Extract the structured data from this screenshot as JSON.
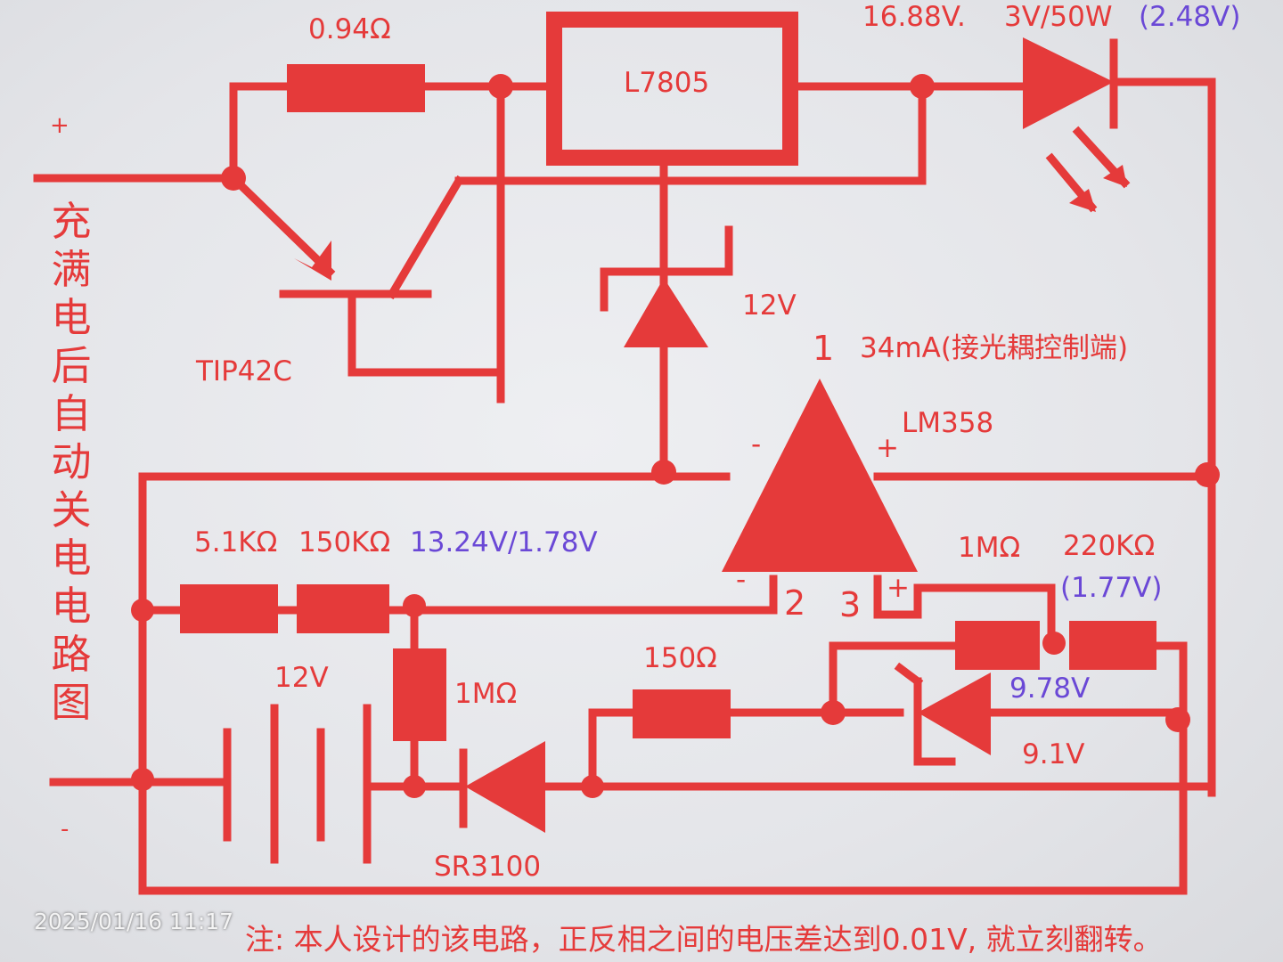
{
  "title_vertical": "充满电后自动关电电路图",
  "labels": {
    "r_sense": "0.94Ω",
    "regulator": "L7805",
    "led_voltage": "16.88V.",
    "led_rating": "3V/50W",
    "led_drop": "(2.48V)",
    "plus_sign": "+",
    "minus_sign": "-",
    "transistor": "TIP42C",
    "zener_top": "12V",
    "pin1": "1",
    "output_note": "34mA(接光耦控制端)",
    "opamp": "LM358",
    "inv_top": "-",
    "noninv_top": "+",
    "r_5k1": "5.1KΩ",
    "r_150k": "150KΩ",
    "div_voltage": "13.24V/1.78V",
    "r_1m_right": "1MΩ",
    "r_220k": "220KΩ",
    "ref_voltage": "(1.77V)",
    "inv_pin": "-",
    "pin2": "2",
    "pin3": "3",
    "noninv_pin": "+",
    "battery": "12V",
    "r_1m_left": "1MΩ",
    "r_150": "150Ω",
    "zener_voltage_meas": "9.78V",
    "zener_9v1": "9.1V",
    "diode": "SR3100"
  },
  "timestamp": "2025/01/16 11:17",
  "footnote": "注: 本人设计的该电路，正反相之间的电压差达到0.01V, 就立刻翻转。",
  "colors": {
    "ink": "#e53a3a",
    "measured": "#6a48d6"
  }
}
